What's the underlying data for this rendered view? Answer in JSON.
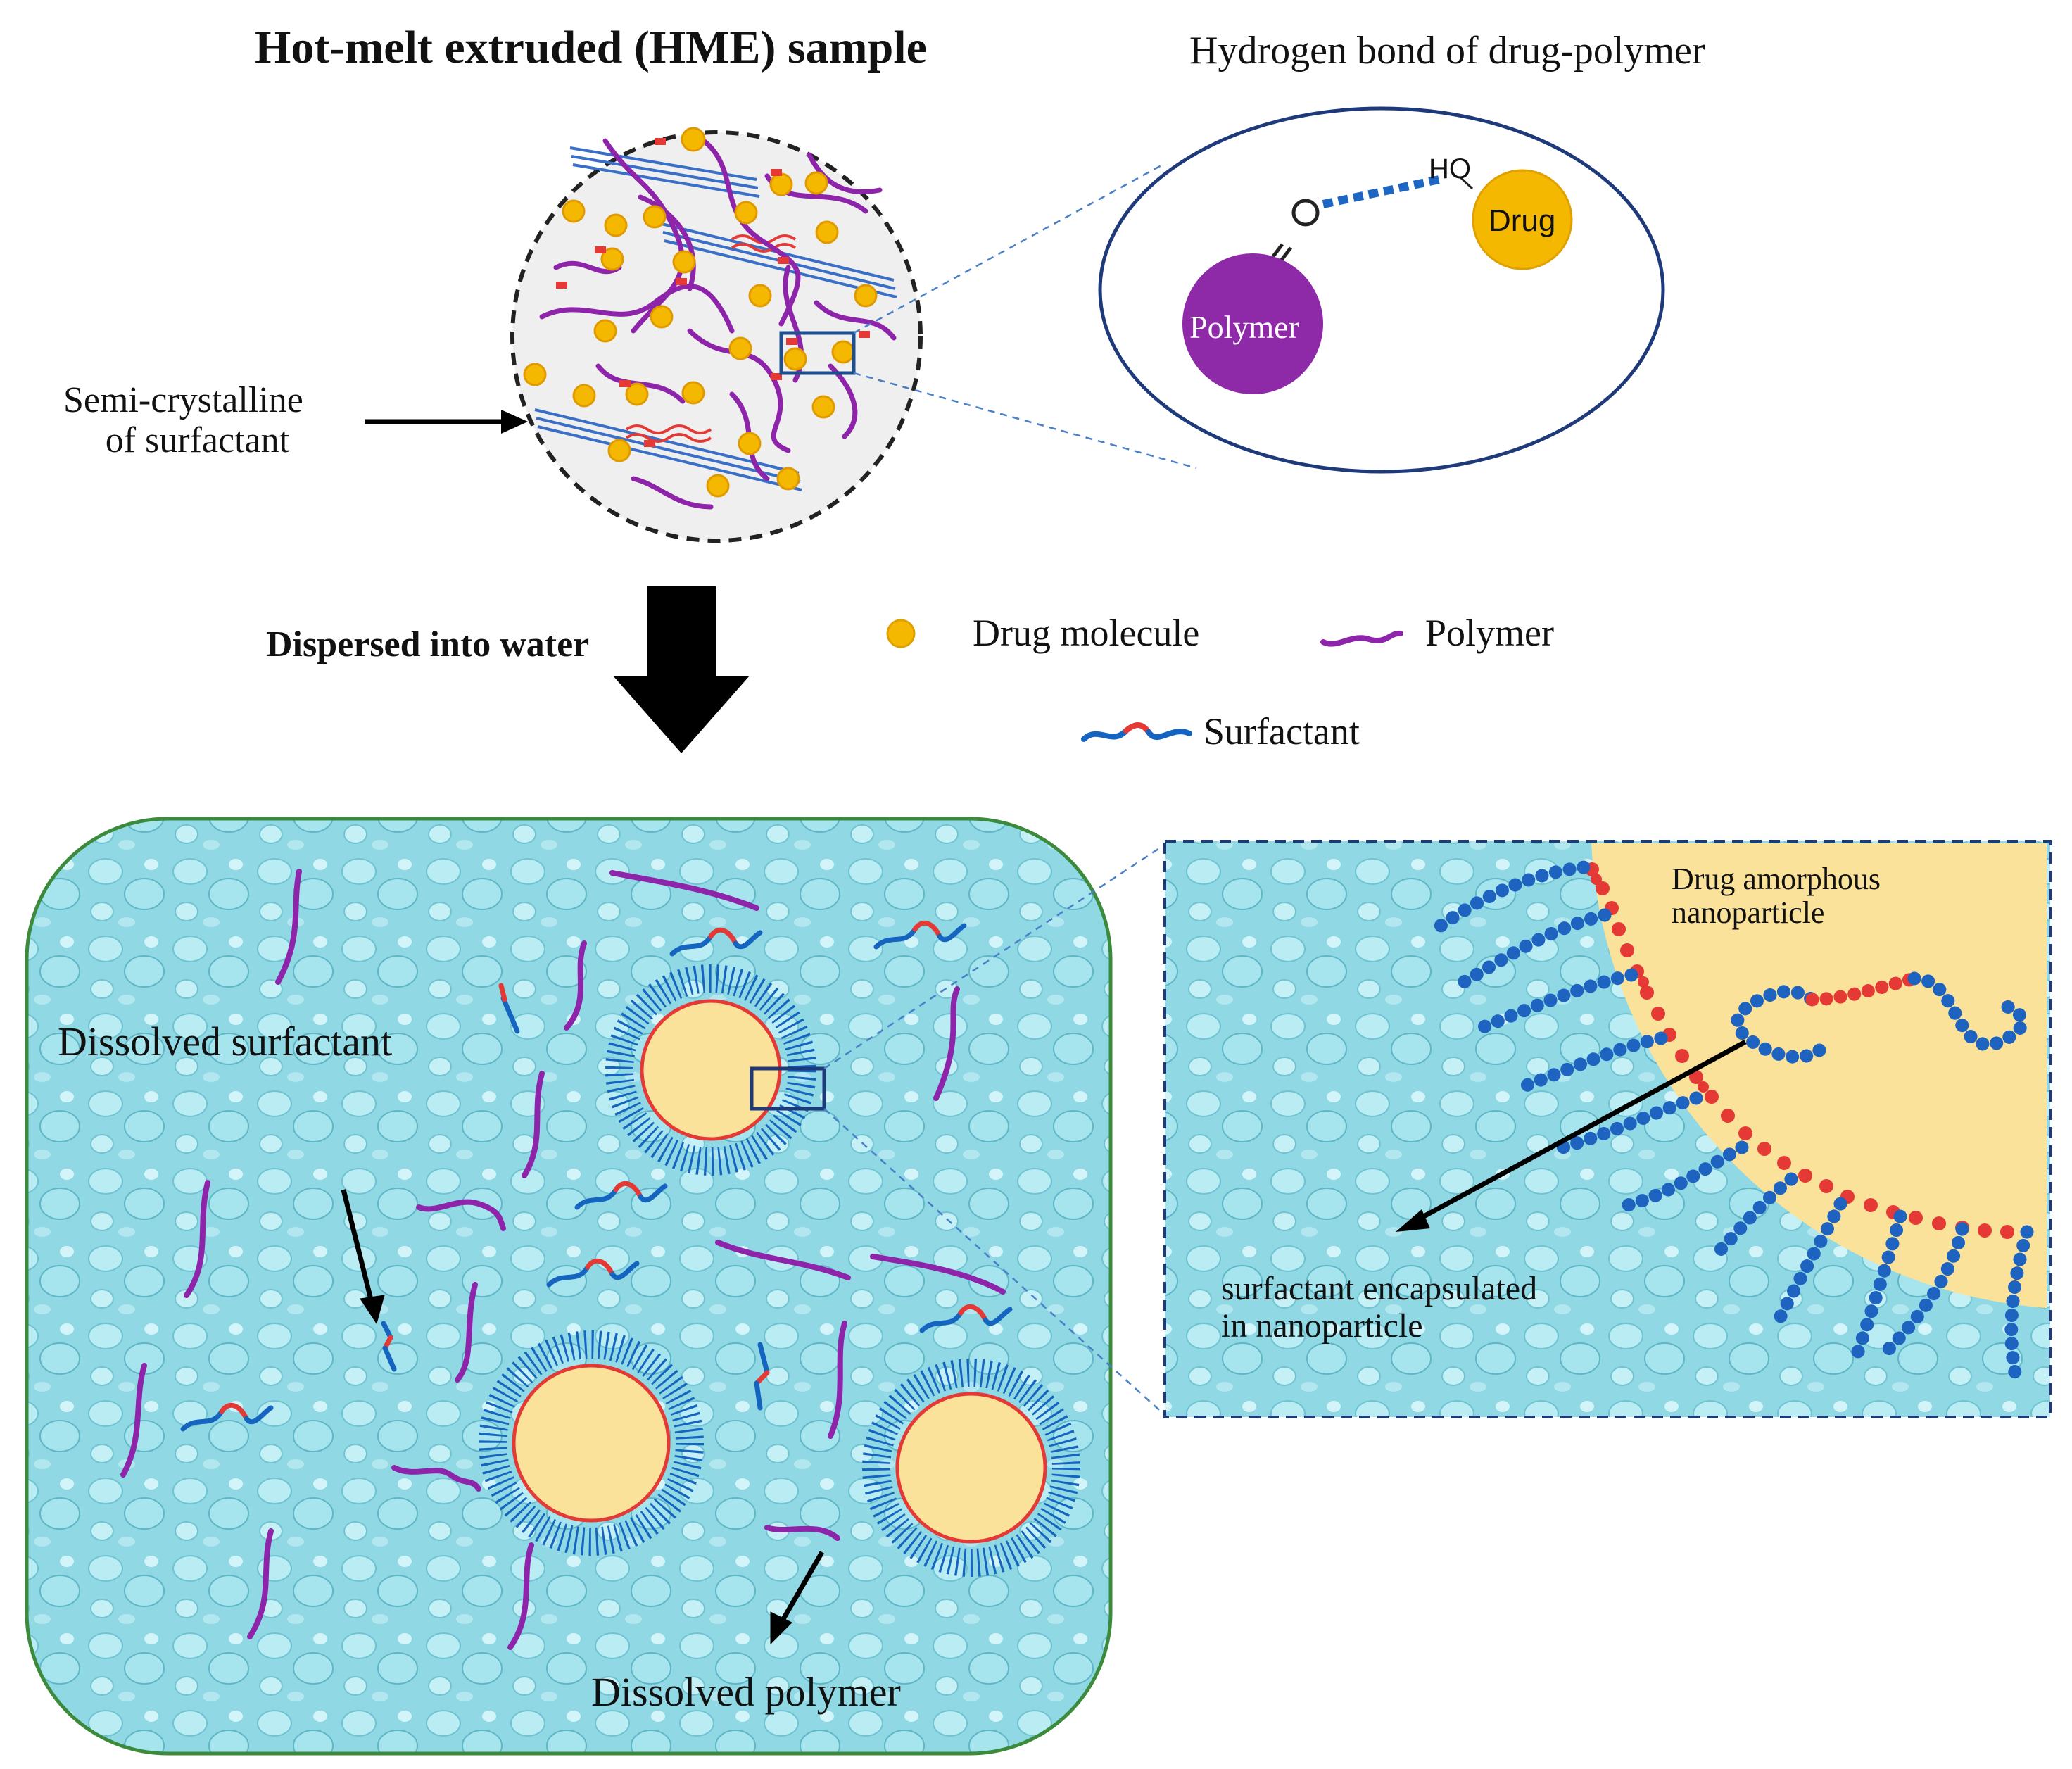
{
  "title": "Hot-melt  extruded (HME) sample",
  "hbond_title": "Hydrogen bond of drug-polymer",
  "inset_hbond": {
    "ho_label": "HO",
    "drug_label": "Drug",
    "polymer_label": "Polymer"
  },
  "semi_crystalline_label": [
    "Semi-crystalline",
    "of surfactant"
  ],
  "dispersed_label": "Dispersed into water",
  "legend": {
    "drug": "Drug molecule",
    "polymer": "Polymer",
    "surfactant": "Surfactant"
  },
  "water_labels": {
    "dissolved_surfactant": "Dissolved surfactant",
    "dissolved_polymer": "Dissolved polymer"
  },
  "inset_np": {
    "np_label": [
      "Drug amorphous",
      "nanoparticle"
    ],
    "encap_label": [
      "surfactant encapsulated",
      "in nanoparticle"
    ]
  },
  "colors": {
    "polymer": "#8e24aa",
    "drug": "#f5b800",
    "surfactant_tail": "#1565c0",
    "surfactant_head": "#e53935",
    "water": "#8fd8e4",
    "np_core": "#fbe29a",
    "water_border": "#3c8a3c"
  }
}
